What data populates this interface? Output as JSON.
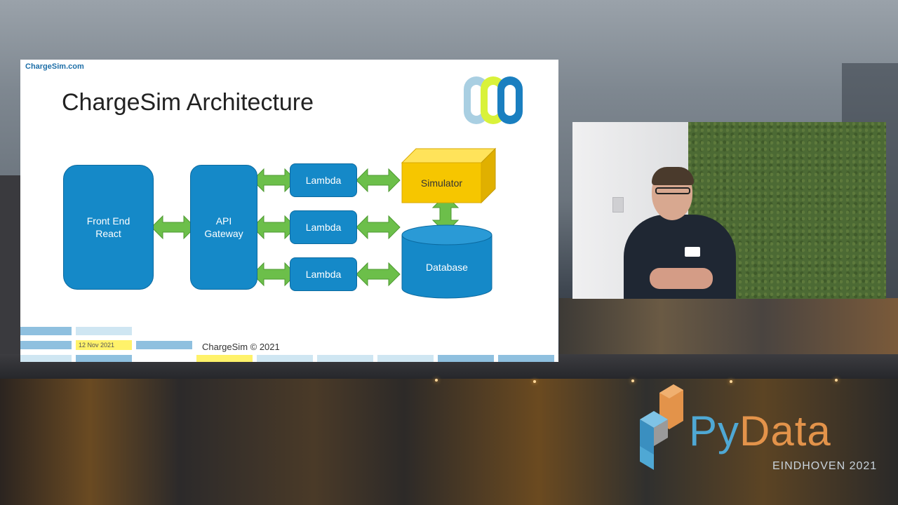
{
  "slide": {
    "brand": "ChargeSim.com",
    "title": "ChargeSim Architecture",
    "footer": "ChargeSim © 2021",
    "date": "12 Nov 2021",
    "boxes": {
      "front_end": "Front End\nReact",
      "api_gateway": "API\nGateway",
      "lambda_1": "Lambda",
      "lambda_2": "Lambda",
      "lambda_3": "Lambda",
      "simulator": "Simulator",
      "database": "Database"
    }
  },
  "event": {
    "name_py": "Py",
    "name_data": "Data",
    "subtitle": "EINDHOVEN 2021"
  },
  "colors": {
    "box_blue": "#1589c8",
    "arrow_green": "#6cbf4a",
    "simulator_yellow": "#f6c600",
    "pydata_blue": "#4fa8d4",
    "pydata_orange": "#e3934a"
  }
}
